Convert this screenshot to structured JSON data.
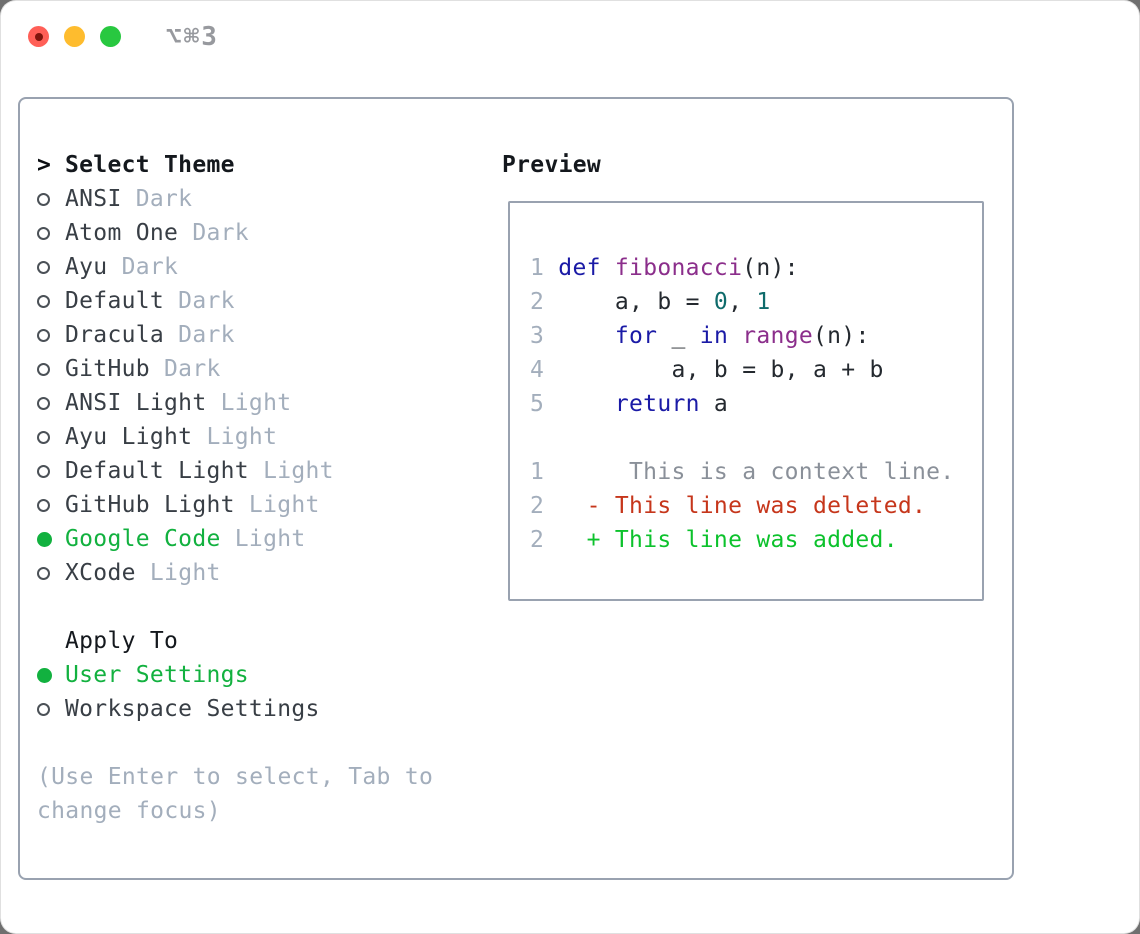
{
  "window": {
    "title": "⌥⌘3",
    "buttons": [
      "close",
      "minimize",
      "zoom"
    ]
  },
  "colors": {
    "accent_green": "#12b13f",
    "item_text": "#383e45",
    "muted": "#a3aebc",
    "title_text": "#14181d",
    "border": "#99a2b0",
    "traffic_red": "#ff5f57",
    "traffic_yellow": "#febc2e",
    "traffic_green": "#28c840",
    "window_title": "#97999e"
  },
  "theme_picker": {
    "prompt": ">",
    "title": "Select Theme",
    "items": [
      {
        "name": "ANSI",
        "variant": "Dark",
        "selected": false
      },
      {
        "name": "Atom One",
        "variant": "Dark",
        "selected": false
      },
      {
        "name": "Ayu",
        "variant": "Dark",
        "selected": false
      },
      {
        "name": "Default",
        "variant": "Dark",
        "selected": false
      },
      {
        "name": "Dracula",
        "variant": "Dark",
        "selected": false
      },
      {
        "name": "GitHub",
        "variant": "Dark",
        "selected": false
      },
      {
        "name": "ANSI Light",
        "variant": "Light",
        "selected": false
      },
      {
        "name": "Ayu Light",
        "variant": "Light",
        "selected": false
      },
      {
        "name": "Default Light",
        "variant": "Light",
        "selected": false
      },
      {
        "name": "GitHub Light",
        "variant": "Light",
        "selected": false
      },
      {
        "name": "Google Code",
        "variant": "Light",
        "selected": true
      },
      {
        "name": "XCode",
        "variant": "Light",
        "selected": false
      }
    ]
  },
  "apply_to": {
    "title": "Apply To",
    "options": [
      {
        "label": "User Settings",
        "selected": true
      },
      {
        "label": "Workspace Settings",
        "selected": false
      }
    ]
  },
  "footer_hint": {
    "line1": "(Use Enter to select, Tab to",
    "line2": "change focus)"
  },
  "preview": {
    "title": "Preview",
    "token_colors": {
      "ln": "#a3aebc",
      "kw": "#1a1aa6",
      "fn": "#8b2e8b",
      "num": "#0e6b6b",
      "pl": "#24292f",
      "ctx": "#8a9099",
      "del": "#c6361b",
      "add": "#0cc22c"
    },
    "lines": [
      {
        "tokens": [
          [
            "1 ",
            "ln"
          ],
          [
            "def",
            "kw"
          ],
          [
            " ",
            "pl"
          ],
          [
            "fibonacci",
            "fn"
          ],
          [
            "(n):",
            "pl"
          ]
        ]
      },
      {
        "tokens": [
          [
            "2 ",
            "ln"
          ],
          [
            "    a, b = ",
            "pl"
          ],
          [
            "0",
            "num"
          ],
          [
            ", ",
            "pl"
          ],
          [
            "1",
            "num"
          ]
        ]
      },
      {
        "tokens": [
          [
            "3 ",
            "ln"
          ],
          [
            "    ",
            "pl"
          ],
          [
            "for",
            "kw"
          ],
          [
            " _ ",
            "pl"
          ],
          [
            "in",
            "kw"
          ],
          [
            " ",
            "pl"
          ],
          [
            "range",
            "fn"
          ],
          [
            "(n):",
            "pl"
          ]
        ]
      },
      {
        "tokens": [
          [
            "4 ",
            "ln"
          ],
          [
            "        a, b = b, a + b",
            "pl"
          ]
        ]
      },
      {
        "tokens": [
          [
            "5 ",
            "ln"
          ],
          [
            "    ",
            "pl"
          ],
          [
            "return",
            "kw"
          ],
          [
            " a",
            "pl"
          ]
        ]
      },
      {
        "tokens": []
      },
      {
        "tokens": [
          [
            "1",
            "ln"
          ],
          [
            "      This is a context line.",
            "ctx"
          ]
        ]
      },
      {
        "tokens": [
          [
            "2",
            "ln"
          ],
          [
            "   ",
            "pl"
          ],
          [
            "- This line was deleted.",
            "del"
          ]
        ]
      },
      {
        "tokens": [
          [
            "2",
            "ln"
          ],
          [
            "   ",
            "pl"
          ],
          [
            "+ This line was added.",
            "add"
          ]
        ]
      }
    ]
  }
}
